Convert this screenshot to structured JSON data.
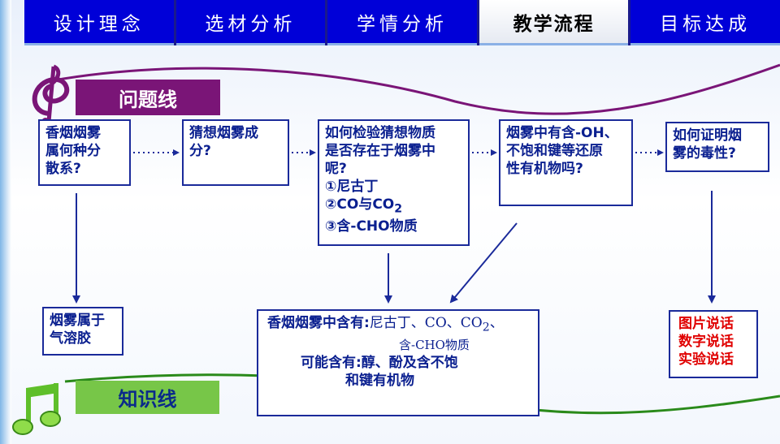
{
  "nav": {
    "tabs": [
      {
        "label": "设计理念",
        "active": false
      },
      {
        "label": "选材分析",
        "active": false
      },
      {
        "label": "学情分析",
        "active": false
      },
      {
        "label": "教学流程",
        "active": true
      },
      {
        "label": "目标达成",
        "active": false
      }
    ]
  },
  "tags": {
    "problem_line": "问题线",
    "knowledge_line": "知识线"
  },
  "questions": {
    "q1": [
      "香烟烟雾",
      "属何种分",
      "散系?"
    ],
    "q2": [
      "猜想烟雾成",
      "分?"
    ],
    "q3": {
      "lines": [
        "如何检验猜想物质",
        "是否存在于烟雾中",
        "呢?"
      ],
      "items": [
        "①尼古丁",
        "②CO与CO",
        "③含-CHO物质"
      ],
      "subscript": "2"
    },
    "q4": [
      "烟雾中有含-OH、",
      "不饱和键等还原",
      "性有机物吗?"
    ],
    "q5": [
      "如何证明烟",
      "雾的毒性?"
    ]
  },
  "knowledge": {
    "k1": [
      "烟雾属于",
      "气溶胶"
    ],
    "k2": {
      "contains_label": "香烟烟雾中含有:",
      "contains_value": "尼古丁、CO、CO",
      "contains_sub": "2",
      "contains_tail": "、",
      "contains_line2": "含-CHO物质",
      "possible_line1": "可能含有:醇、酚及含不饱",
      "possible_line2": "和键有机物"
    },
    "k3": [
      "图片说话",
      "数字说话",
      "实验说话"
    ]
  },
  "colors": {
    "nav_tab": "#0000d8",
    "problem_tag": "#7a1577",
    "knowledge_tag": "#77c648",
    "box_text": "#0a1f8f",
    "highlight_red": "#e00000"
  },
  "icons": [
    "treble-clef-icon",
    "music-notes-icon"
  ]
}
